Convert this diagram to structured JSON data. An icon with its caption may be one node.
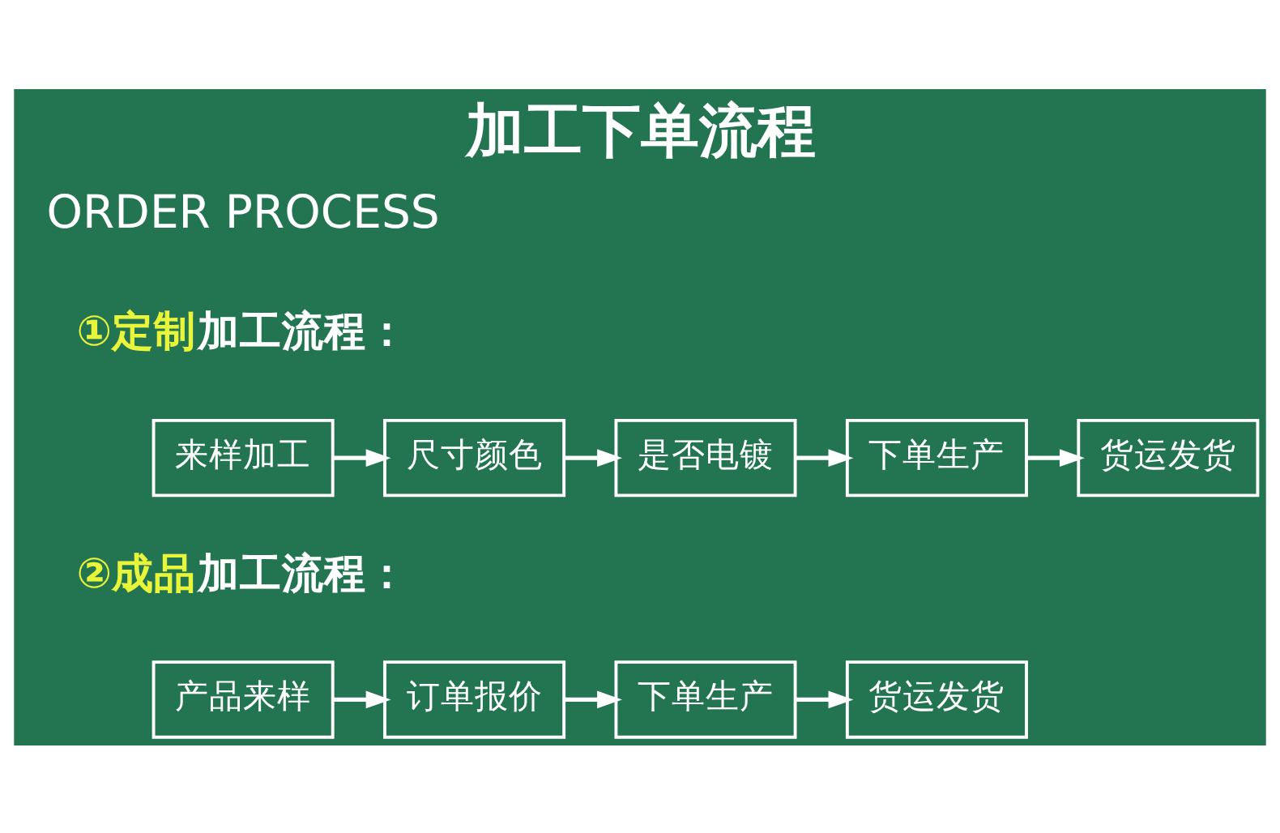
{
  "diagram": {
    "title": "加工下单流程",
    "nodes": [
      {
        "text": [
          "来样加工"
        ]
      },
      {
        "text": [
          "尺寸颜色"
        ]
      },
      {
        "text": [
          "是否电镀"
        ]
      },
      {
        "text": [
          "下单生产"
        ]
      },
      {
        "text": [
          "货运发货"
        ]
      },
      {
        "text": [
          "产品来样"
        ]
      },
      {
        "text": [
          "订单报价"
        ]
      },
      {
        "text": [
          "下单生产"
        ]
      },
      {
        "text": [
          "货运发货"
        ]
      }
    ],
    "edges": [
      {
        "from": 0,
        "to": 1,
        "arrow": "to"
      },
      {
        "from": 1,
        "to": 2,
        "arrow": "to"
      },
      {
        "from": 2,
        "to": 3,
        "arrow": "to"
      },
      {
        "from": 3,
        "to": 4,
        "arrow": "to"
      },
      {
        "from": 5,
        "to": 6,
        "arrow": "to"
      },
      {
        "from": 6,
        "to": 7,
        "arrow": "to"
      },
      {
        "from": 7,
        "to": 8,
        "arrow": "to"
      }
    ],
    "labels": [
      "ORDER PROCESS",
      "**①定制**加工流程：",
      "**②成品**加工流程："
    ]
  }
}
